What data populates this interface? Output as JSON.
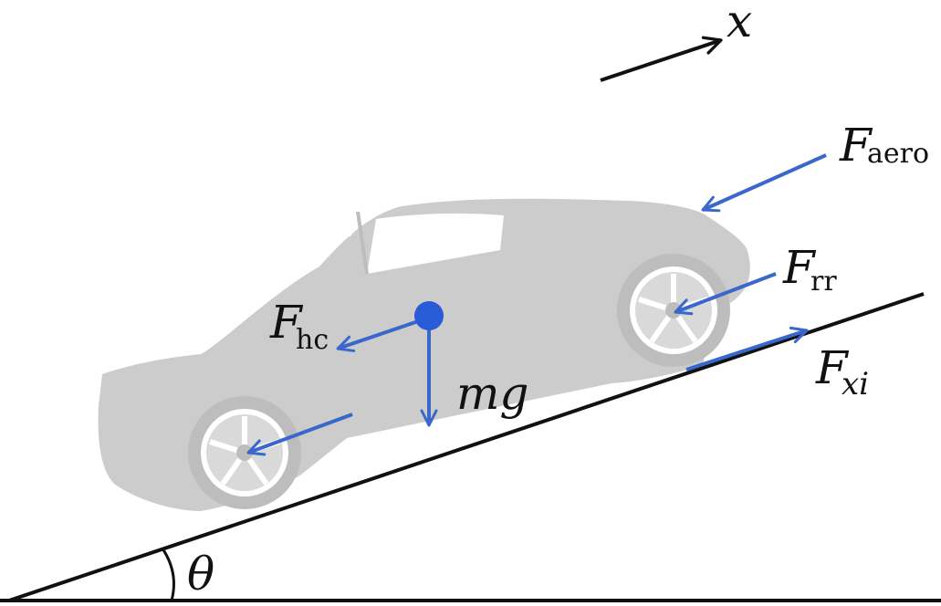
{
  "colors": {
    "background": "#ffffff",
    "car": "#cccccc",
    "car_window": "#ffffff",
    "force_arrow": "#3a67cc",
    "center_of_mass": "#2a5bd6",
    "ground": "#111111"
  },
  "labels": {
    "x_axis": "x",
    "theta": "θ",
    "f_aero_main": "F",
    "f_aero_sub": "aero",
    "f_rr_main": "F",
    "f_rr_sub": "rr",
    "f_hc_main": "F",
    "f_hc_sub": "hc",
    "mg": "mg",
    "f_xi_main": "F",
    "f_xi_sub": "xi"
  },
  "icons": {
    "vehicle": "car-silhouette-icon",
    "com": "center-of-mass-dot"
  }
}
